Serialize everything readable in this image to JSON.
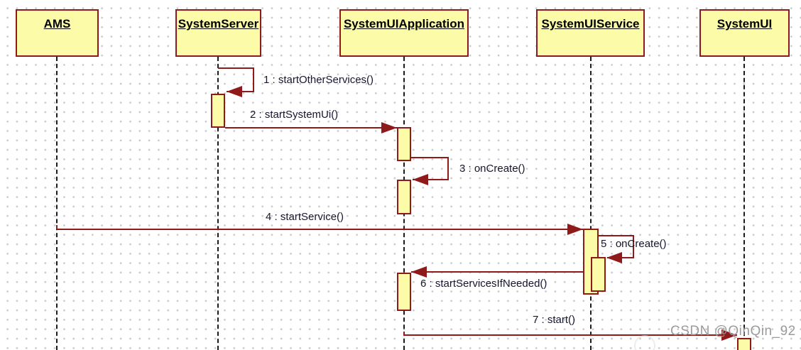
{
  "diagram": {
    "type": "uml-sequence",
    "participants": [
      {
        "name": "AMS"
      },
      {
        "name": "SystemServer"
      },
      {
        "name": "SystemUIApplication"
      },
      {
        "name": "SystemUIService"
      },
      {
        "name": "SystemUI"
      }
    ],
    "messages": [
      {
        "seq": 1,
        "label": "1 : startOtherServices()",
        "from": "SystemServer",
        "to": "SystemServer",
        "kind": "self"
      },
      {
        "seq": 2,
        "label": "2 : startSystemUi()",
        "from": "SystemServer",
        "to": "SystemUIApplication",
        "kind": "call"
      },
      {
        "seq": 3,
        "label": "3 : onCreate()",
        "from": "SystemUIApplication",
        "to": "SystemUIApplication",
        "kind": "self"
      },
      {
        "seq": 4,
        "label": "4 : startService()",
        "from": "AMS",
        "to": "SystemUIService",
        "kind": "call"
      },
      {
        "seq": 5,
        "label": "5 : onCreate()",
        "from": "SystemUIService",
        "to": "SystemUIService",
        "kind": "self"
      },
      {
        "seq": 6,
        "label": "6 : startServicesIfNeeded()",
        "from": "SystemUIService",
        "to": "SystemUIApplication",
        "kind": "call"
      },
      {
        "seq": 7,
        "label": "7 : start()",
        "from": "SystemUIApplication",
        "to": "SystemUI",
        "kind": "call"
      }
    ],
    "colors": {
      "stroke": "#8e1a1a",
      "box_fill": "#fbfba8",
      "lifeline": "#1c1c1c",
      "text": "#16162e",
      "watermark": "#9b9b9b"
    },
    "watermark": "CSDN @QinQin_92"
  }
}
